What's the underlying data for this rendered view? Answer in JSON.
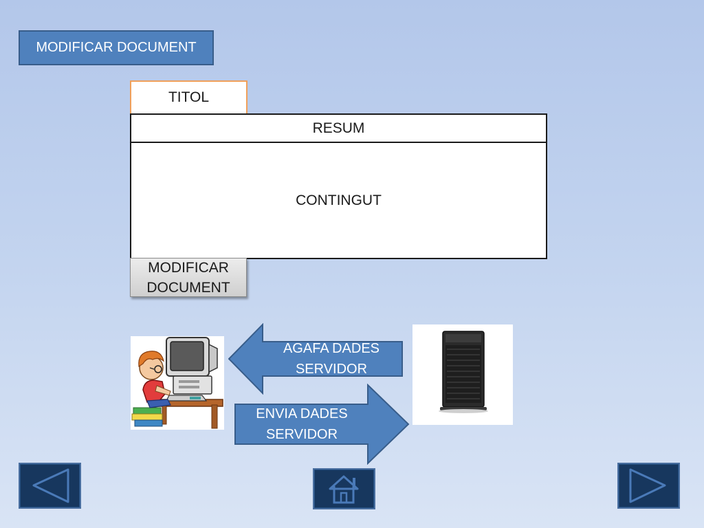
{
  "slide": {
    "header_label": "MODIFICAR DOCUMENT",
    "form": {
      "title_label": "TITOL",
      "summary_label": "RESUM",
      "content_label": "CONTINGUT",
      "submit_label": "MODIFICAR DOCUMENT"
    },
    "flow": {
      "fetch_label": "AGAFA DADES SERVIDOR",
      "send_label": "ENVIA DADES SERVIDOR"
    },
    "navigation": {
      "prev_icon": "triangle-left-icon",
      "home_icon": "home-icon",
      "next_icon": "triangle-right-icon"
    }
  },
  "colors": {
    "background_top": "#b3c7ea",
    "accent_blue": "#4f81bd",
    "accent_border": "#385d8a",
    "nav_dark": "#17375e",
    "title_border": "#f0a05a"
  }
}
